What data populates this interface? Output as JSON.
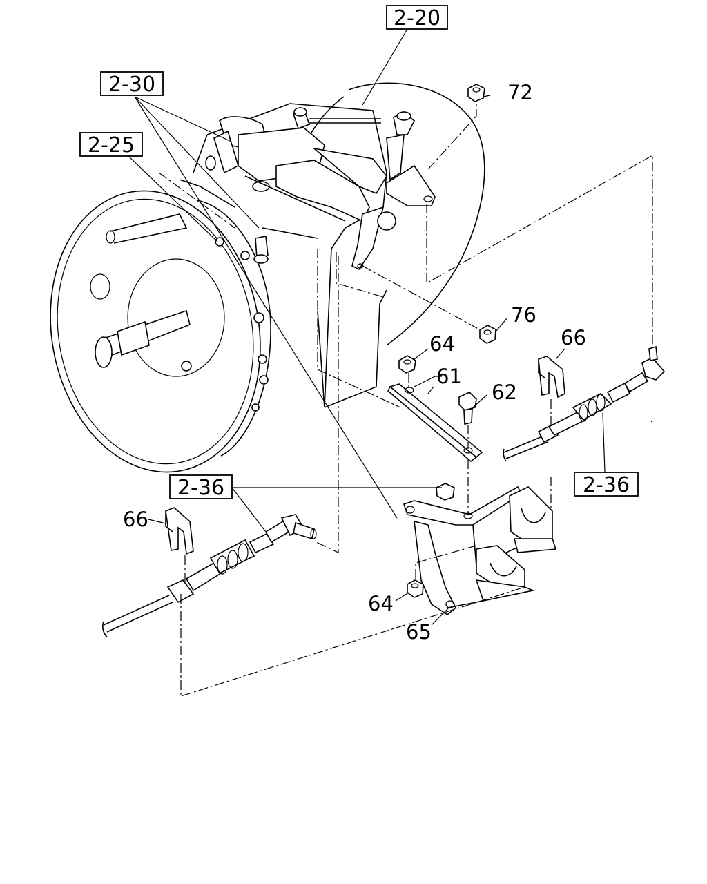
{
  "references": [
    {
      "id": "ref-2-20",
      "text": "2-20"
    },
    {
      "id": "ref-2-30",
      "text": "2-30"
    },
    {
      "id": "ref-2-25",
      "text": "2-25"
    },
    {
      "id": "ref-2-36-right",
      "text": "2-36"
    },
    {
      "id": "ref-2-36-left",
      "text": "2-36"
    }
  ],
  "part_labels": [
    {
      "id": "part-72",
      "text": "72"
    },
    {
      "id": "part-76",
      "text": "76"
    },
    {
      "id": "part-64-top",
      "text": "64"
    },
    {
      "id": "part-61",
      "text": "61"
    },
    {
      "id": "part-62",
      "text": "62"
    },
    {
      "id": "part-66-right",
      "text": "66"
    },
    {
      "id": "part-66-left",
      "text": "66"
    },
    {
      "id": "part-64-bottom",
      "text": "64"
    },
    {
      "id": "part-65",
      "text": "65"
    }
  ]
}
